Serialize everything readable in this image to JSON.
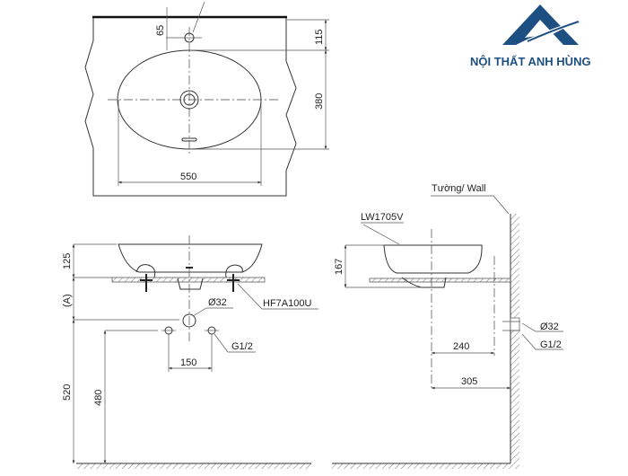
{
  "brand": {
    "name": "NỘI THẤT ANH HÙNG",
    "color": "#1e4f82"
  },
  "top_view": {
    "dim_width": "550",
    "dim_depth": "380",
    "dim_back": "115",
    "dim_faucet": "65"
  },
  "front_view": {
    "dim_height": "125",
    "dim_a": "(A)",
    "dim_floor": "520",
    "dim_supply": "480",
    "dim_spacing": "150",
    "drain_label": "Ø32",
    "supply_label": "G1/2",
    "bracket_label": "HF7A100U"
  },
  "side_view": {
    "wall_label": "Tường/ Wall",
    "model_label": "LW1705V",
    "dim_height": "167",
    "dim_center": "240",
    "dim_wall": "305",
    "drain_label": "Ø32",
    "supply_label": "G1/2"
  }
}
